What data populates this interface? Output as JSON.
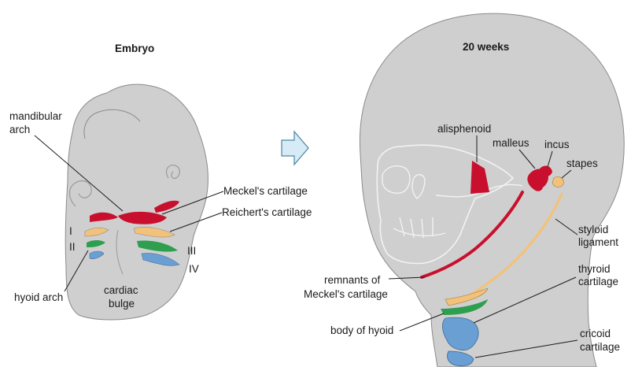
{
  "embryo": {
    "title": "Embryo",
    "labels": {
      "mandibular_arch": [
        "mandibular",
        "arch"
      ],
      "meckels": "Meckel's cartilage",
      "reicherts": "Reichert's cartilage",
      "arch_I": "I",
      "arch_II": "II",
      "arch_III": "III",
      "arch_IV": "IV",
      "hyoid_arch": "hyoid arch",
      "cardiac_bulge": [
        "cardiac",
        "bulge"
      ]
    }
  },
  "fetus": {
    "title": "20 weeks",
    "labels": {
      "alisphenoid": "alisphenoid",
      "malleus": "malleus",
      "incus": "incus",
      "stapes": "stapes",
      "styloid_ligament": [
        "styloid",
        "ligament"
      ],
      "remnants": [
        "remnants of",
        "Meckel's cartilage"
      ],
      "thyroid_cartilage": [
        "thyroid",
        "cartilage"
      ],
      "body_of_hyoid": "body of hyoid",
      "cricoid_cartilage": [
        "cricoid",
        "cartilage"
      ]
    }
  },
  "colors": {
    "tissue": "#cfcfcf",
    "red": "#c8102e",
    "yellow": "#f2c27a",
    "green": "#2e9e4f",
    "blue": "#6a9fd4",
    "arrow": "#d6ebf5"
  },
  "icons": {
    "transition_arrow": "right-arrow-icon"
  }
}
